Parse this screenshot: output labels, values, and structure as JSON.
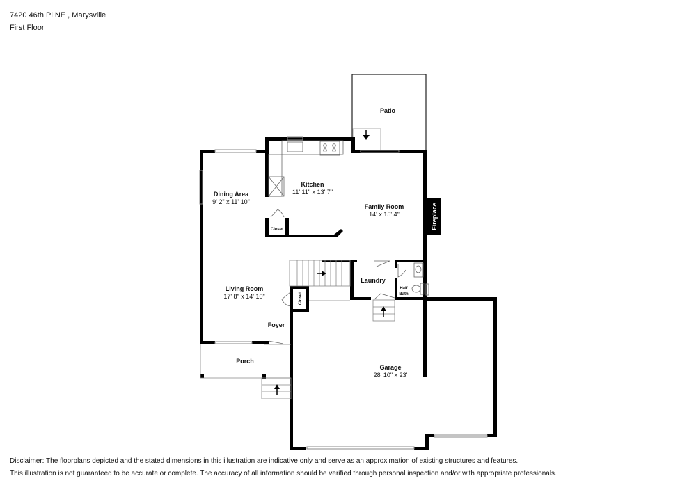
{
  "header": {
    "address": "7420 46th Pl NE , Marysville",
    "floor": "First Floor"
  },
  "rooms": {
    "patio": {
      "name": "Patio"
    },
    "kitchen": {
      "name": "Kitchen",
      "dims": "11' 11\" x 13' 7\""
    },
    "dining": {
      "name": "Dining Area",
      "dims": "9' 2\" x 11' 10\""
    },
    "family": {
      "name": "Family Room",
      "dims": "14' x 15' 4\""
    },
    "fireplace": {
      "name": "Fireplace"
    },
    "closet_kitchen": {
      "name": "Closet"
    },
    "closet_foyer": {
      "name": "Closet"
    },
    "laundry": {
      "name": "Laundry"
    },
    "half_bath": {
      "name_line1": "Half",
      "name_line2": "Bath"
    },
    "living": {
      "name": "Living Room",
      "dims": "17' 8\" x 14' 10\""
    },
    "foyer": {
      "name": "Foyer"
    },
    "porch": {
      "name": "Porch"
    },
    "garage": {
      "name": "Garage",
      "dims": "28' 10\" x 23'"
    }
  },
  "colors": {
    "wall": "#000000",
    "thin": "#999999",
    "window": "#888888"
  },
  "disclaimer": {
    "line1": "Disclaimer: The floorplans depicted and the stated dimensions in this illustration are indicative only and serve as an approximation of existing structures and features.",
    "line2": "This illustration is not guaranteed to be accurate or complete. The accuracy of all information should be verified through personal inspection and/or with appropriate professionals."
  }
}
